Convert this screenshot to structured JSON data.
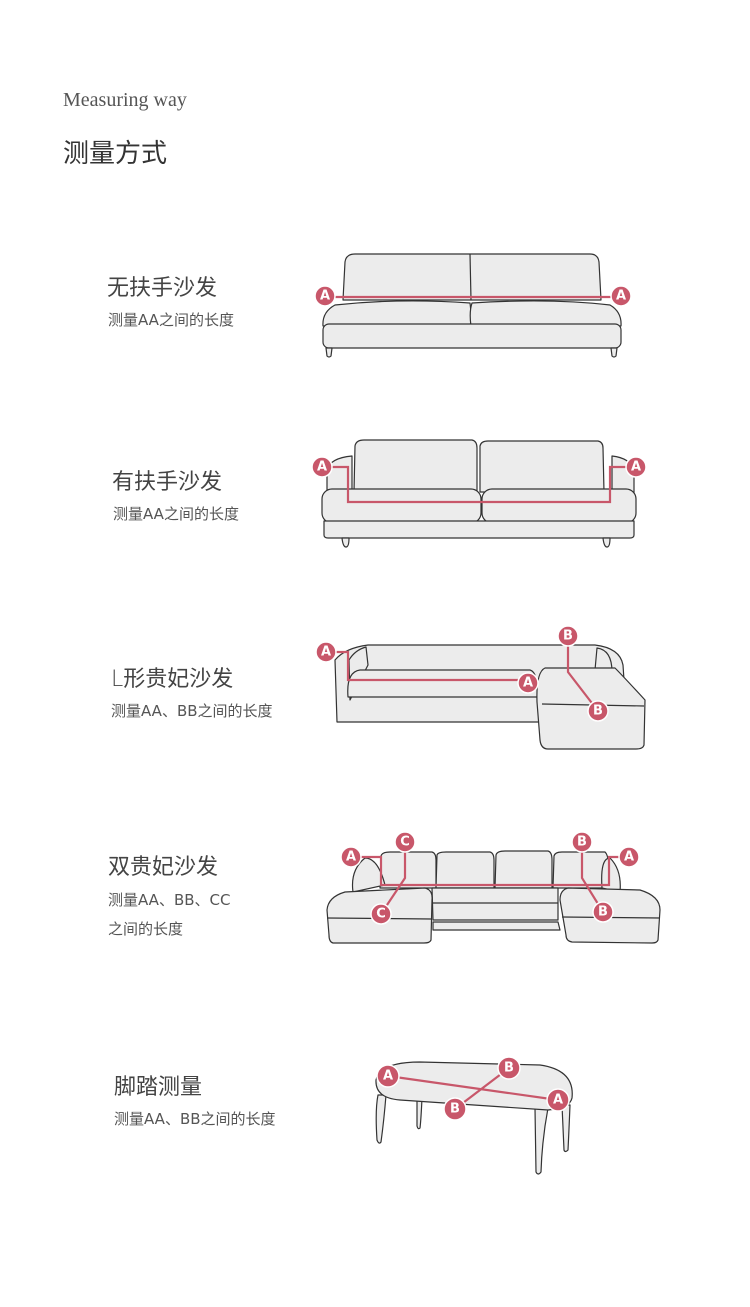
{
  "header": {
    "title_en": "Measuring way",
    "title_cn": "测量方式"
  },
  "sections": [
    {
      "title": "无扶手沙发",
      "desc": "测量AA之间的长度"
    },
    {
      "title": "有扶手沙发",
      "desc": "测量AA之间的长度"
    },
    {
      "title": "L形贵妃沙发",
      "desc": "测量AA、BB之间的长度"
    },
    {
      "title": "双贵妃沙发",
      "desc": "测量AA、BB、CC",
      "desc2": "之间的长度"
    },
    {
      "title": "脚踏测量",
      "desc": "测量AA、BB之间的长度"
    }
  ],
  "markers": {
    "a": "A",
    "b": "B",
    "c": "C"
  },
  "colors": {
    "accent": "#c8576a",
    "sofa_fill": "#ececec"
  }
}
